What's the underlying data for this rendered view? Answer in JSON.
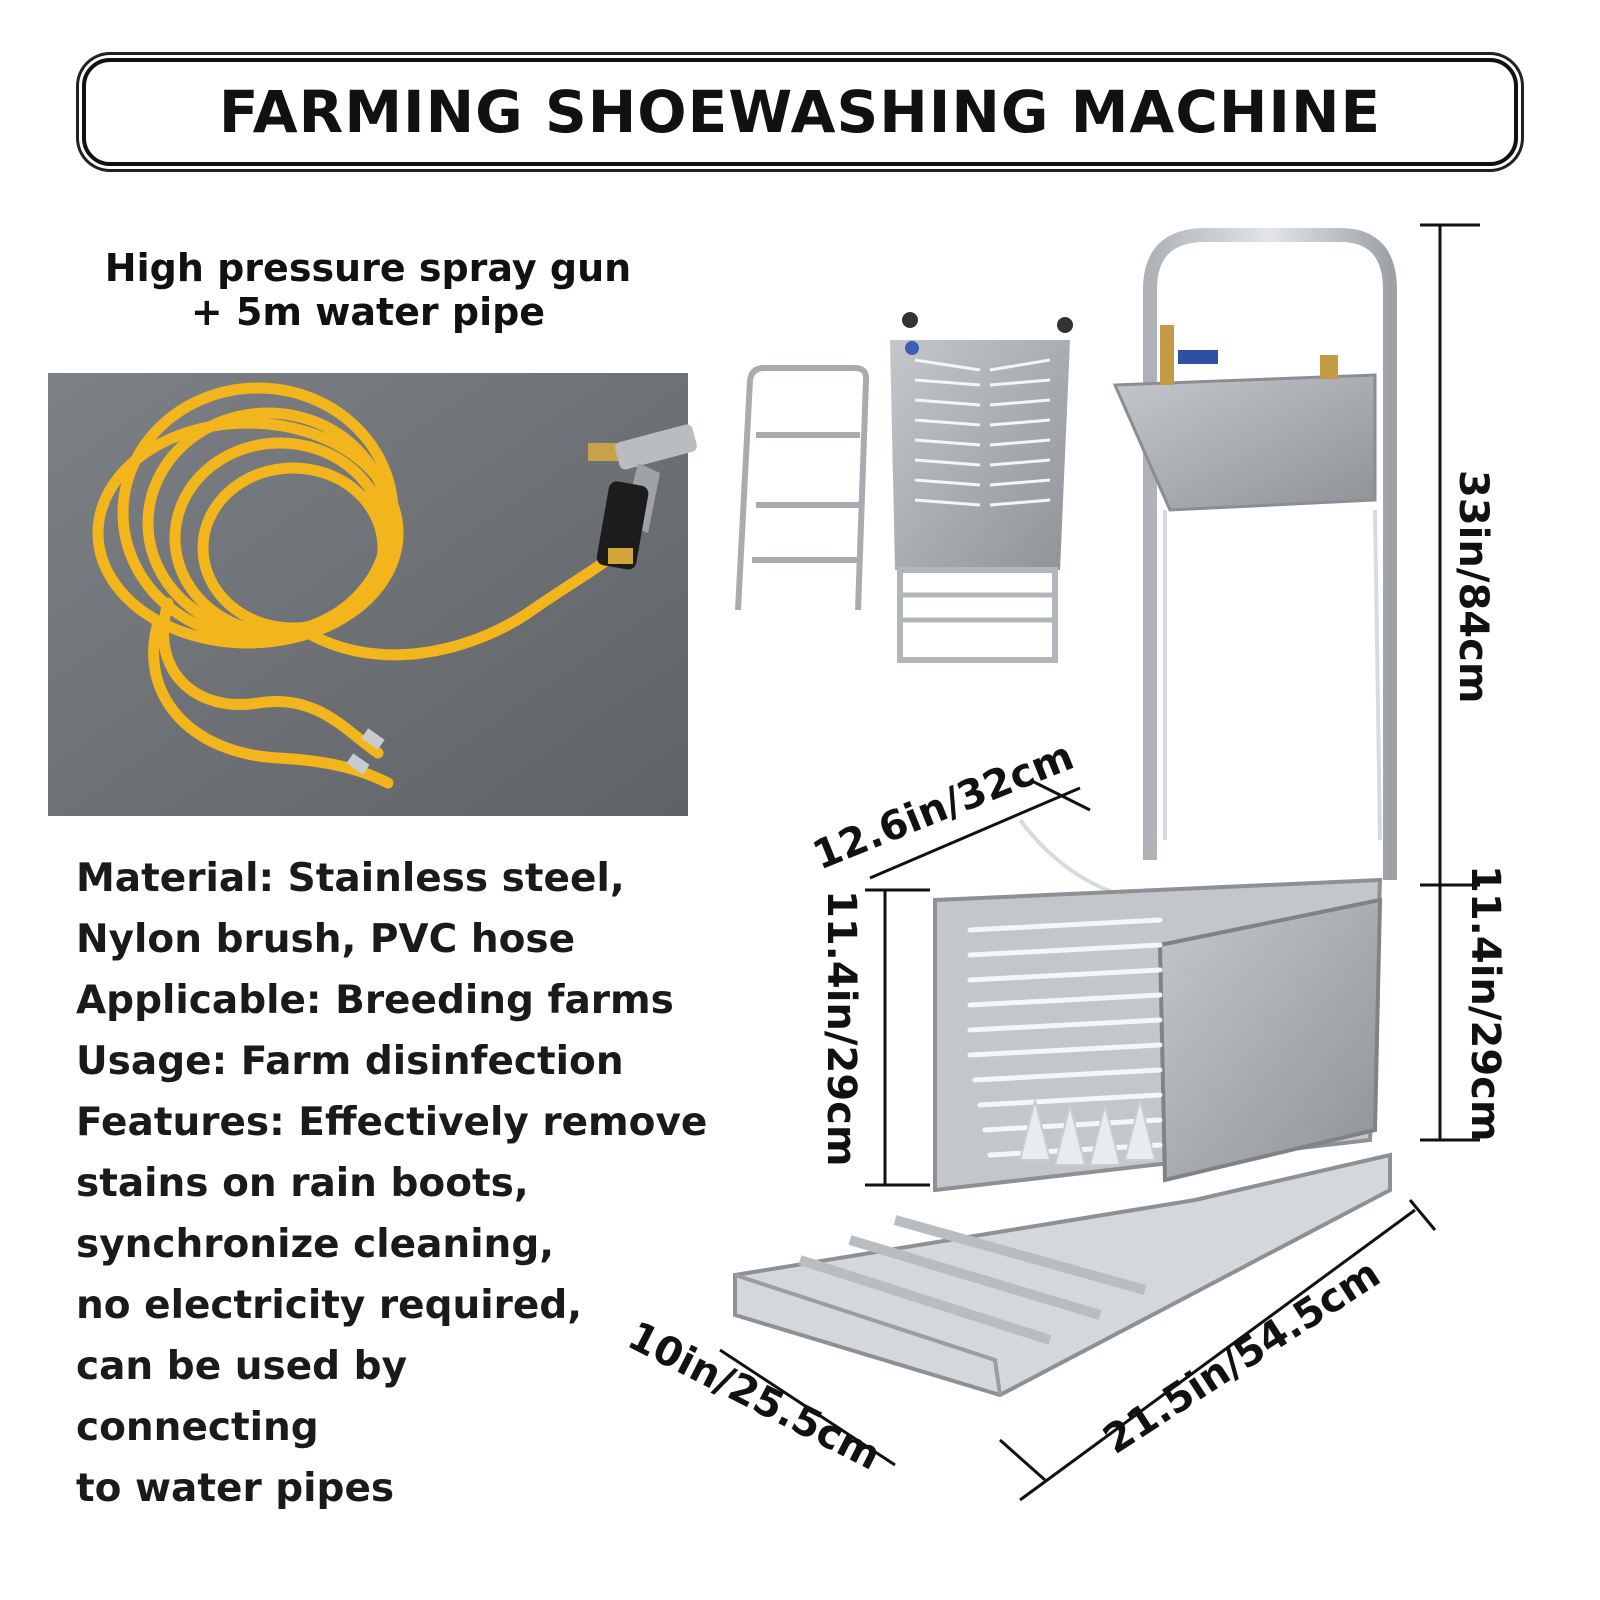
{
  "title": "FARMING SHOEWASHING MACHINE",
  "spray_caption": {
    "line1": "High pressure spray gun",
    "line2": "+ 5m water pipe"
  },
  "specs": [
    "Material: Stainless steel,",
    "Nylon brush, PVC hose",
    "Applicable: Breeding farms",
    "Usage: Farm disinfection",
    "Features: Effectively remove",
    "stains on rain boots,",
    "synchronize cleaning,",
    "no electricity required,",
    "can be used by",
    "connecting",
    "to water pipes"
  ],
  "dimensions": {
    "height_total": "33in/84cm",
    "depth_top": "12.6in/32cm",
    "box_height_left": "11.4in/29cm",
    "box_height_right": "11.4in/29cm",
    "width_front": "10in/25.5cm",
    "length_base": "21.5in/54.5cm"
  },
  "colors": {
    "hose": "#f2b51c",
    "steel": "#c9ccd0",
    "brush": "#eef1f4",
    "background_photo": "#6f7276"
  }
}
